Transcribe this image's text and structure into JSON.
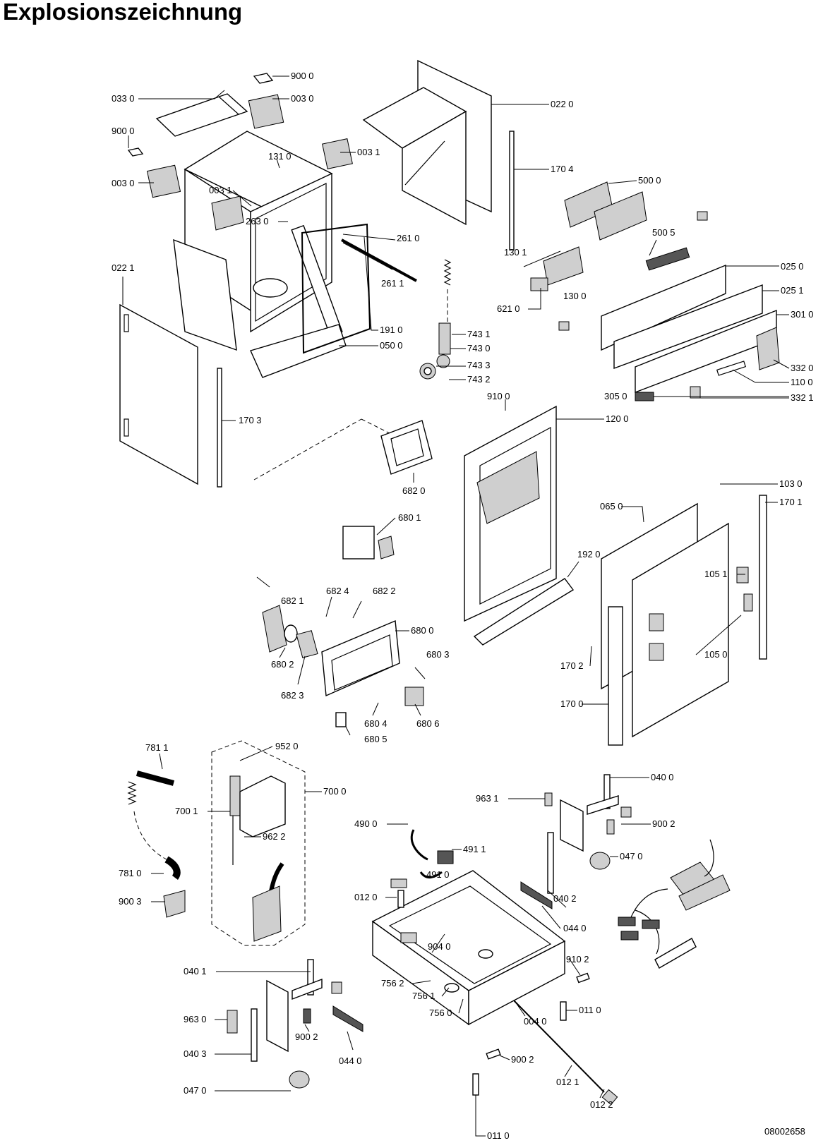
{
  "title": "Explosionszeichnung",
  "document_number": "08002658",
  "part_labels": [
    "900 0",
    "003 0",
    "033 0",
    "900 0",
    "003 0",
    "131 0",
    "003 1",
    "003 1",
    "263 0",
    "022 1",
    "170 3",
    "022 0",
    "170 4",
    "500 0",
    "261 0",
    "261 1",
    "191 0",
    "050 0",
    "130 1",
    "130 0",
    "621 0",
    "500 5",
    "025 0",
    "025 1",
    "301 0",
    "332 0",
    "110 0",
    "305 0",
    "332 1",
    "743 1",
    "743 0",
    "743 3",
    "743 2",
    "910 0",
    "120 0",
    "682 0",
    "680 1",
    "103 0",
    "065 0",
    "170 1",
    "192 0",
    "105 1",
    "105 0",
    "170 2",
    "170 0",
    "682 4",
    "682 2",
    "682 1",
    "680 0",
    "680 3",
    "680 2",
    "682 3",
    "680 4",
    "680 5",
    "680 6",
    "781 1",
    "952 0",
    "700 0",
    "700 1",
    "962 2",
    "781 0",
    "900 3",
    "963 1",
    "040 0",
    "900 2",
    "490 0",
    "491 1",
    "491 0",
    "047 0",
    "012 0",
    "040 2",
    "044 0",
    "904 0",
    "910 2",
    "756 2",
    "756 1",
    "756 0",
    "011 0",
    "004 0",
    "900 2",
    "012 1",
    "012 2",
    "011 0",
    "040 1",
    "963 0",
    "900 2",
    "040 3",
    "044 0",
    "047 0"
  ]
}
